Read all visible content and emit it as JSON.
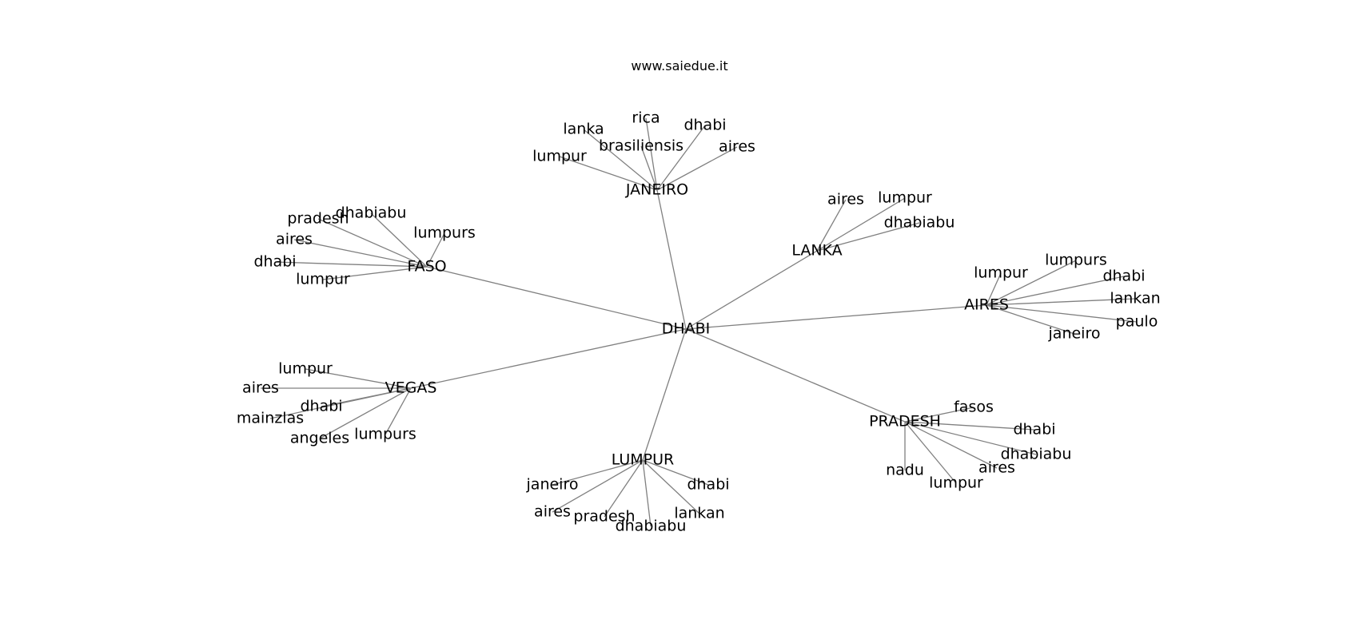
{
  "title": "www.saiedue.it",
  "edge_color": "#808080",
  "text_color": "#000000",
  "background": "#ffffff",
  "root": "DHABI",
  "clusters": [
    {
      "hub": "JANEIRO",
      "leaves": [
        "rica",
        "lanka",
        "dhabi",
        "brasiliensis",
        "aires",
        "lumpur"
      ]
    },
    {
      "hub": "LANKA",
      "leaves": [
        "aires",
        "lumpur",
        "dhabiabu"
      ]
    },
    {
      "hub": "FASO",
      "leaves": [
        "dhabiabu",
        "pradesh",
        "lumpurs",
        "aires",
        "dhabi",
        "lumpur"
      ]
    },
    {
      "hub": "AIRES",
      "leaves": [
        "lumpurs",
        "lumpur",
        "dhabi",
        "lankan",
        "paulo",
        "janeiro"
      ]
    },
    {
      "hub": "VEGAS",
      "leaves": [
        "lumpur",
        "aires",
        "dhabi",
        "mainzlas",
        "angeles",
        "lumpurs"
      ]
    },
    {
      "hub": "PRADESH",
      "leaves": [
        "fasos",
        "dhabi",
        "dhabiabu",
        "aires",
        "nadu",
        "lumpur"
      ]
    },
    {
      "hub": "LUMPUR",
      "leaves": [
        "janeiro",
        "dhabi",
        "aires",
        "pradesh",
        "lankan",
        "dhabiabu"
      ]
    }
  ]
}
